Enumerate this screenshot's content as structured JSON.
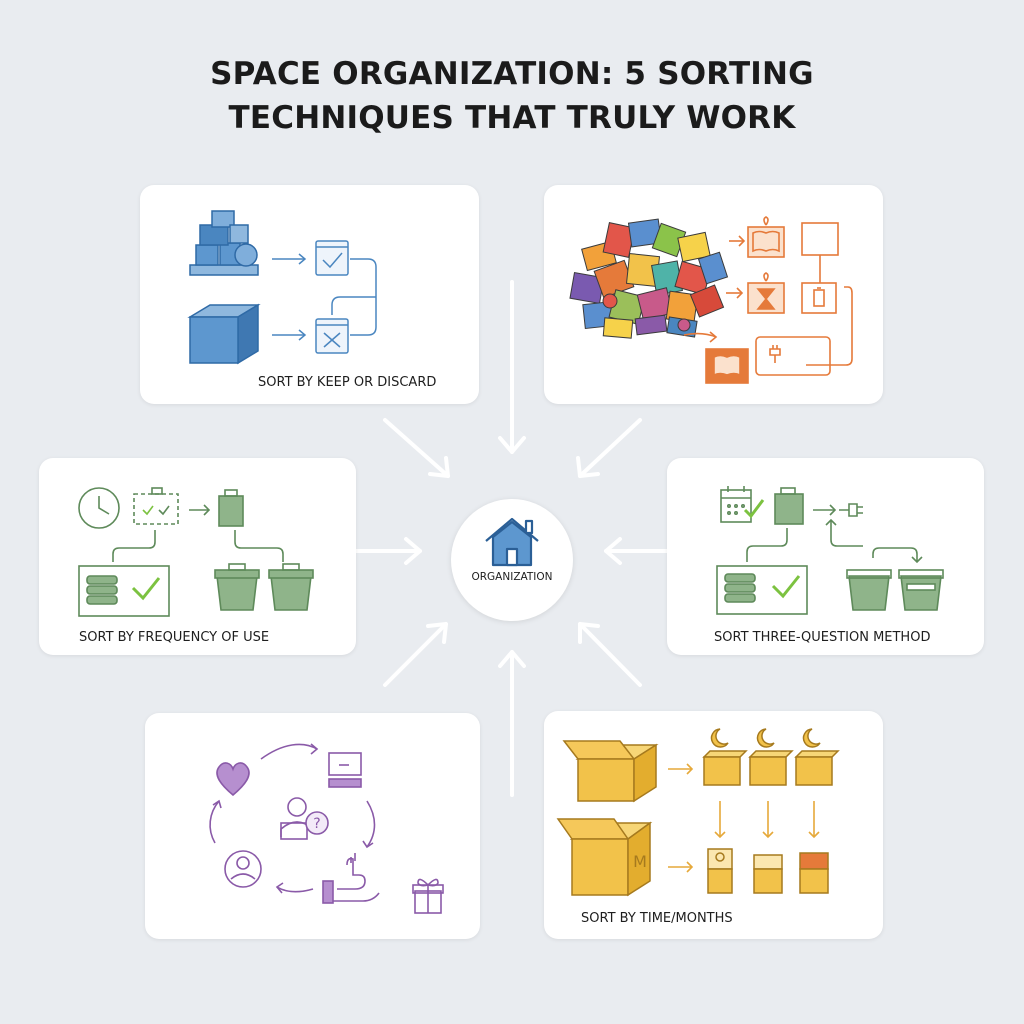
{
  "title": {
    "line1": "SPACE ORGANIZATION: 5 SORTING",
    "line2": "TECHNIQUES THAT TRULY WORK"
  },
  "center": {
    "label": "ORGANIZATION",
    "icon": "house-icon"
  },
  "cards": [
    {
      "id": "keep-discard",
      "label": "SORT BY KEEP OR DISCARD",
      "color": "#4a86c0"
    },
    {
      "id": "categories",
      "label": "",
      "color": "#e57a3a"
    },
    {
      "id": "frequency",
      "label": "SORT BY FREQUENCY OF USE",
      "color": "#6e9a6a"
    },
    {
      "id": "three-question",
      "label": "SORT THREE-QUESTION METHOD",
      "color": "#6e9a6a"
    },
    {
      "id": "emotional",
      "label": "",
      "color": "#8a5aa8"
    },
    {
      "id": "time-months",
      "label": "SORT BY TIME/MONTHS",
      "color": "#e6a93a"
    }
  ],
  "colors": {
    "background": "#e9ecf0",
    "arrow": "#ffffff",
    "blue": "#4a86c0",
    "orange": "#e57a3a",
    "green": "#6e9a6a",
    "check_green": "#7cc240",
    "purple": "#8a5aa8",
    "yellow": "#f2c24a"
  }
}
